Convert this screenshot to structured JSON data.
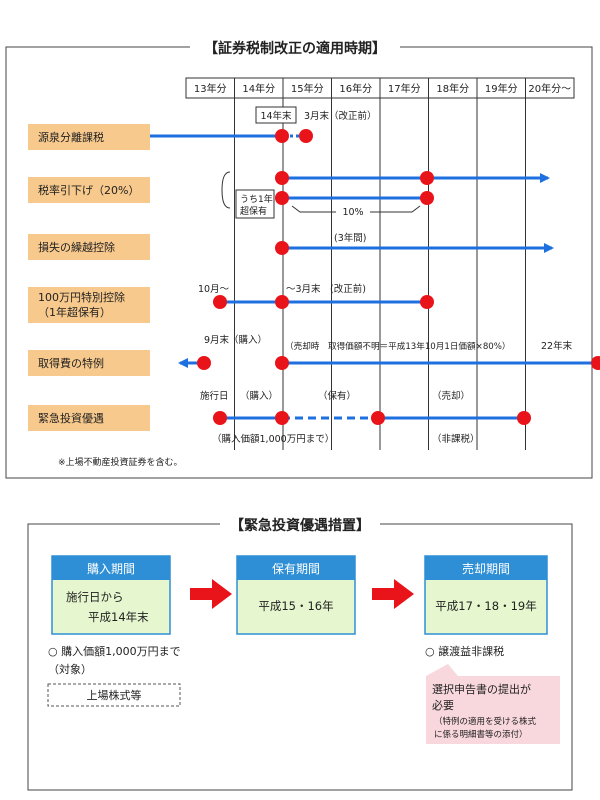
{
  "timeline": {
    "title": "【証券税制改正の適用時期】",
    "years": [
      "13年分",
      "14年分",
      "15年分",
      "16年分",
      "17年分",
      "18年分",
      "19年分",
      "20年分～"
    ],
    "rows": [
      {
        "label": "源泉分離課税"
      },
      {
        "label": "税率引下げ（20%）"
      },
      {
        "label": "損失の繰越控除"
      },
      {
        "label": "100万円特別控除\n（1年超保有）"
      },
      {
        "label": "取得費の特例"
      },
      {
        "label": "緊急投資優遇"
      }
    ],
    "annotations": {
      "end14": "14年末",
      "mar3_kaisei": "3月末（改正前）",
      "uchi": "うち1年\n超保有",
      "pct10": "10%",
      "three_years": "(3年間)",
      "oct": "10月～",
      "to_mar": "～3月末　(改正前)",
      "sep_end": "9月末（購入）",
      "baikyaku_ji": "（売却時　取得価額不明＝平成13年10月1日価額×80%）",
      "end22": "22年末",
      "shikoubi": "施行日",
      "kounyu": "（購入）",
      "hoyu": "（保有）",
      "baikyaku": "（売却）",
      "kounyu_limit": "（購入価額1,000万円まで）",
      "hikazei": "（非課税）"
    },
    "footnote": "※上場不動産投資証券を含む。"
  },
  "measures": {
    "title": "【緊急投資優遇措置】",
    "boxes": [
      {
        "header": "購入期間",
        "body": [
          "施行日から",
          "平成14年末"
        ]
      },
      {
        "header": "保有期間",
        "body": [
          "平成15・16年"
        ]
      },
      {
        "header": "売却期間",
        "body": [
          "平成17・18・19年"
        ]
      }
    ],
    "purchase_note": [
      "○ 購入価額1,000万円まで",
      "（対象）"
    ],
    "listed_stocks": "上場株式等",
    "sale_note": "○ 譲渡益非課税",
    "declaration": [
      "選択申告書の提出が",
      "必要",
      "（特例の適用を受ける株式",
      "に係る明細書等の添付）"
    ]
  },
  "colors": {
    "timeline_line": "#1e6fe0",
    "dot": "#e8141a",
    "row_label_bg": "#f8c98c",
    "box_header_bg": "#2f8fd6",
    "box_body_bg": "#e6f7cf",
    "arrow": "#e8141a",
    "note_bg": "#f8d7dd"
  }
}
